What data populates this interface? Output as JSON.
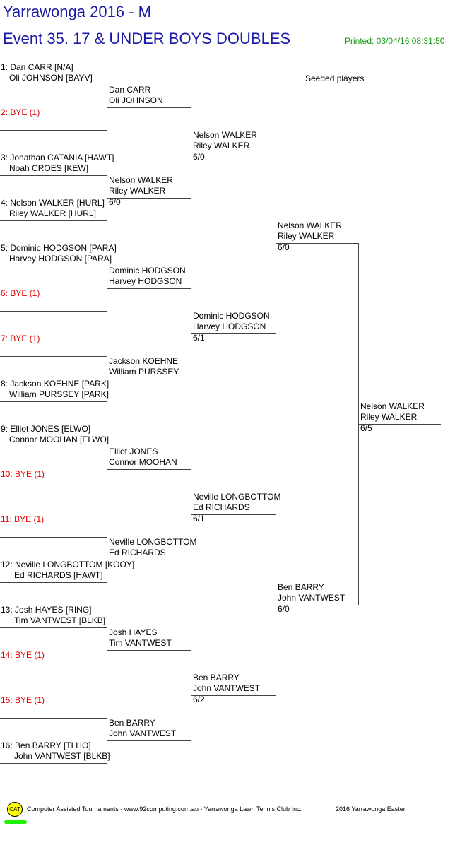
{
  "header": {
    "title": "Yarrawonga 2016 - M",
    "event": "Event 35. 17 & UNDER BOYS DOUBLES",
    "printed": "Printed: 03/04/16 08:31:50",
    "seeded_label": "Seeded players"
  },
  "round1": [
    {
      "line1": "1: Dan CARR [N/A]",
      "line2": "Oli JOHNSON [BAYV]",
      "bye": false,
      "indent": "short"
    },
    {
      "line1": "2: BYE (1)",
      "line2": "",
      "bye": true
    },
    {
      "line1": "3: Jonathan CATANIA [HAWT]",
      "line2": "Noah CROES [KEW]",
      "bye": false,
      "indent": "short"
    },
    {
      "line1": "4: Nelson WALKER [HURL]",
      "line2": "Riley WALKER [HURL]",
      "bye": false,
      "indent": "short"
    },
    {
      "line1": "5: Dominic HODGSON [PARA]",
      "line2": "Harvey HODGSON [PARA]",
      "bye": false,
      "indent": "short"
    },
    {
      "line1": "6: BYE (1)",
      "line2": "",
      "bye": true
    },
    {
      "line1": "7: BYE (1)",
      "line2": "",
      "bye": true
    },
    {
      "line1": "8: Jackson KOEHNE [PARK]",
      "line2": "William PURSSEY [PARK]",
      "bye": false,
      "indent": "short"
    },
    {
      "line1": "9: Elliot JONES [ELWO]",
      "line2": "Connor MOOHAN [ELWO]",
      "bye": false,
      "indent": "short"
    },
    {
      "line1": "10: BYE (1)",
      "line2": "",
      "bye": true
    },
    {
      "line1": "11: BYE (1)",
      "line2": "",
      "bye": true
    },
    {
      "line1": "12: Neville LONGBOTTOM [KOOY]",
      "line2": "Ed RICHARDS [HAWT]",
      "bye": false,
      "indent": "long"
    },
    {
      "line1": "13: Josh HAYES [RING]",
      "line2": "Tim VANTWEST [BLKB]",
      "bye": false,
      "indent": "long"
    },
    {
      "line1": "14: BYE (1)",
      "line2": "",
      "bye": true
    },
    {
      "line1": "15: BYE (1)",
      "line2": "",
      "bye": true
    },
    {
      "line1": "16: Ben BARRY [TLHO]",
      "line2": "John VANTWEST [BLKB]",
      "bye": false,
      "indent": "long"
    }
  ],
  "rounds": [
    [
      {
        "p1": "Dan CARR",
        "p2": "Oli JOHNSON",
        "score": ""
      },
      {
        "p1": "Nelson WALKER",
        "p2": "Riley WALKER",
        "score": "6/0"
      },
      {
        "p1": "Dominic HODGSON",
        "p2": "Harvey HODGSON",
        "score": ""
      },
      {
        "p1": "Jackson KOEHNE",
        "p2": "William PURSSEY",
        "score": ""
      },
      {
        "p1": "Elliot JONES",
        "p2": "Connor MOOHAN",
        "score": ""
      },
      {
        "p1": "Neville LONGBOTTOM",
        "p2": "Ed RICHARDS",
        "score": ""
      },
      {
        "p1": "Josh HAYES",
        "p2": "Tim VANTWEST",
        "score": ""
      },
      {
        "p1": "Ben BARRY",
        "p2": "John VANTWEST",
        "score": ""
      }
    ],
    [
      {
        "p1": "Nelson WALKER",
        "p2": "Riley WALKER",
        "score": "6/0"
      },
      {
        "p1": "Dominic HODGSON",
        "p2": "Harvey HODGSON",
        "score": "6/1"
      },
      {
        "p1": "Neville LONGBOTTOM",
        "p2": "Ed RICHARDS",
        "score": "6/1"
      },
      {
        "p1": "Ben BARRY",
        "p2": "John VANTWEST",
        "score": "6/2"
      }
    ],
    [
      {
        "p1": "Nelson WALKER",
        "p2": "Riley WALKER",
        "score": "6/0"
      },
      {
        "p1": "Ben BARRY",
        "p2": "John VANTWEST",
        "score": "6/0"
      }
    ],
    [
      {
        "p1": "Nelson WALKER",
        "p2": "Riley WALKER",
        "score": "6/5"
      }
    ]
  ],
  "footer": {
    "logo_text": "CAT",
    "credit": "Computer Assisted Tournaments - www.92computing.com.au -  Yarrawonga Lawn Tennis Club Inc.",
    "tournament": "2016 Yarrawonga Easter"
  },
  "colors": {
    "title": "#1a1aa6",
    "printed": "#1a9a1a",
    "bye": "#e00000"
  }
}
